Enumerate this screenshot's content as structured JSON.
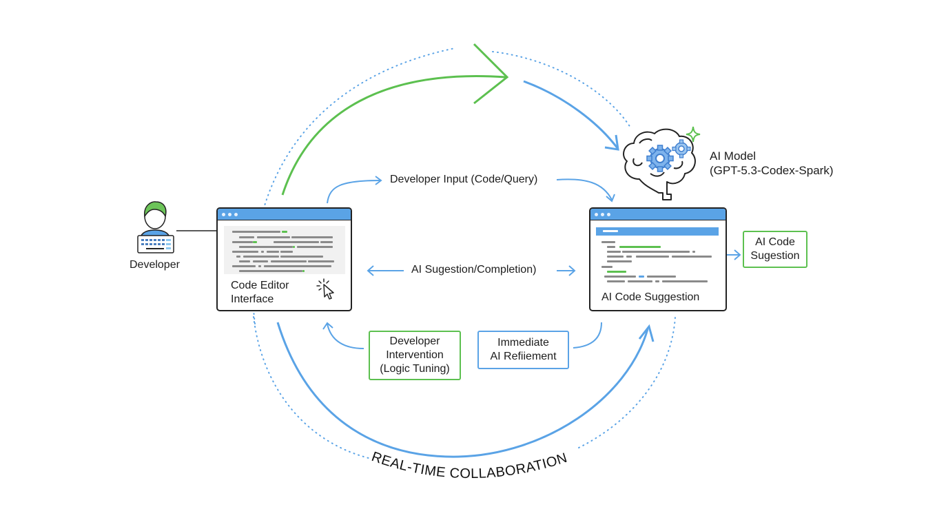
{
  "colors": {
    "accent_blue": "#5aa3e6",
    "accent_green": "#5cc04f",
    "ink": "#1c1c1c",
    "code_gray": "#8a8a8a"
  },
  "actors": {
    "developer": {
      "label": "Developer",
      "icon": "developer-keyboard-icon"
    },
    "ai_model": {
      "title": "AI Model",
      "subtitle": "(GPT-5.3-Codex-Spark)",
      "icon": "brain-gears-icon"
    }
  },
  "windows": {
    "editor": {
      "label_line1": "Code Editor",
      "label_line2": "Interface",
      "icon": "cursor-click-icon"
    },
    "suggestion": {
      "label": "AI Code Suggestion"
    }
  },
  "flows": {
    "developer_input": "Developer Input (Code/Query)",
    "ai_suggestion": "AI Sugestion/Completion)"
  },
  "boxes": {
    "ai_code_suggestion": {
      "line1": "AI Code",
      "line2": "Sugestion"
    },
    "developer_intervention": {
      "line1": "Developer",
      "line2": "Intervention",
      "line3": "(Logic Tuning)"
    },
    "immediate_refinement": {
      "line1": "Immediate",
      "line2": "AI Refiiement"
    }
  },
  "caption": "REAL-TIME COLLABORATION"
}
